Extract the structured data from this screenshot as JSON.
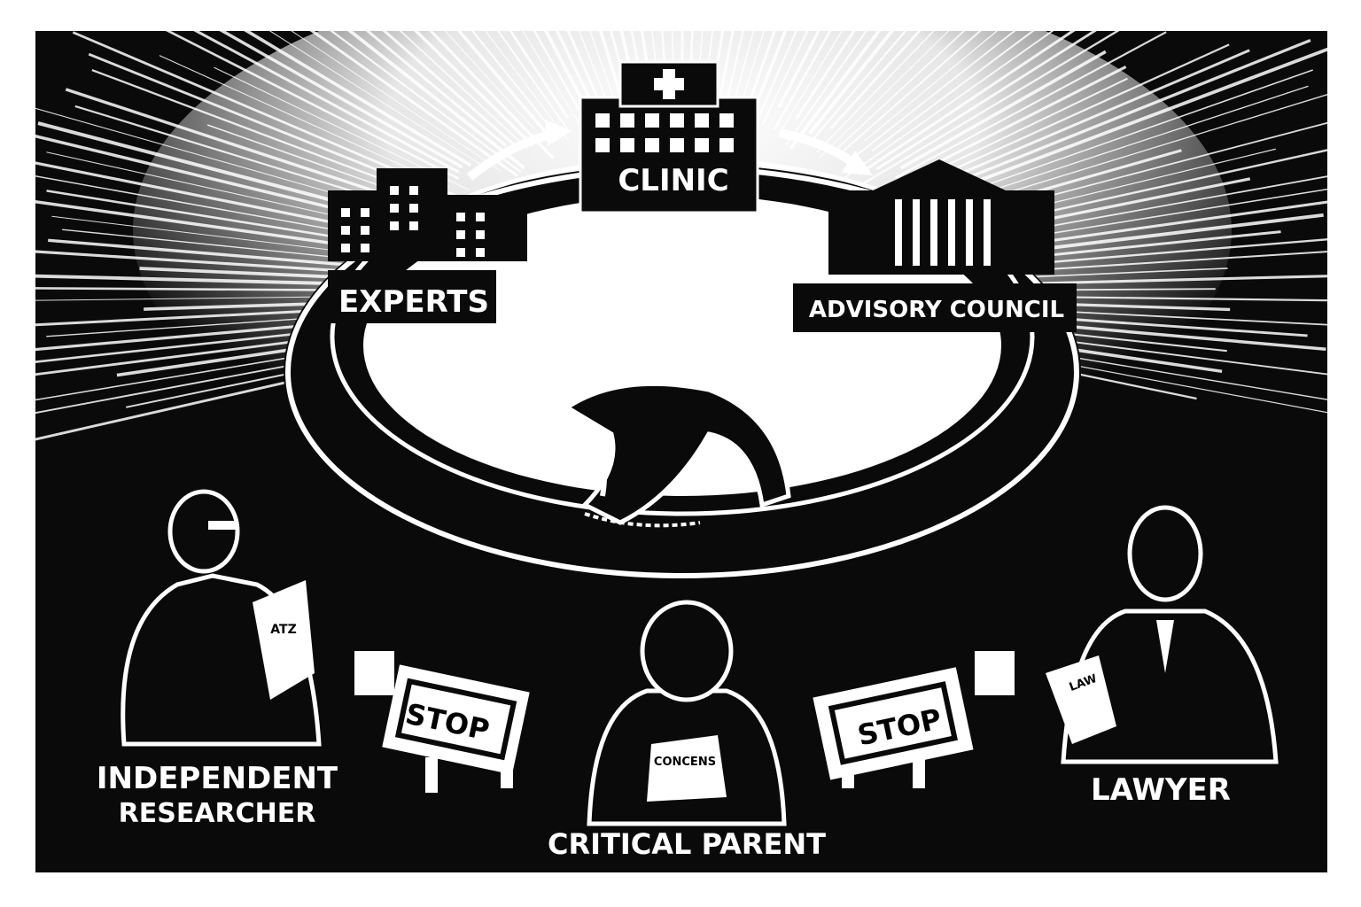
{
  "colors": {
    "ink": "#0a0a0a",
    "paper": "#ffffff"
  },
  "cycle": {
    "top": {
      "label": "CLINIC",
      "icon": "hospital-icon"
    },
    "left": {
      "label": "EXPERTS",
      "icon": "office-buildings-icon"
    },
    "right": {
      "label": "ADVISORY COUNCIL",
      "icon": "government-building-icon"
    },
    "center_icon": "snake-icon"
  },
  "figures": {
    "researcher": {
      "line1": "INDEPENDENT",
      "line2": "RESEARCHER",
      "paper_text": "ATZ"
    },
    "parent": {
      "label": "CRITICAL PARENT",
      "paper_text": "CONCENS"
    },
    "lawyer": {
      "label": "LAWYER",
      "paper_text": "LAW"
    }
  },
  "barriers": [
    {
      "label": "STOP"
    },
    {
      "label": "STOP"
    }
  ]
}
